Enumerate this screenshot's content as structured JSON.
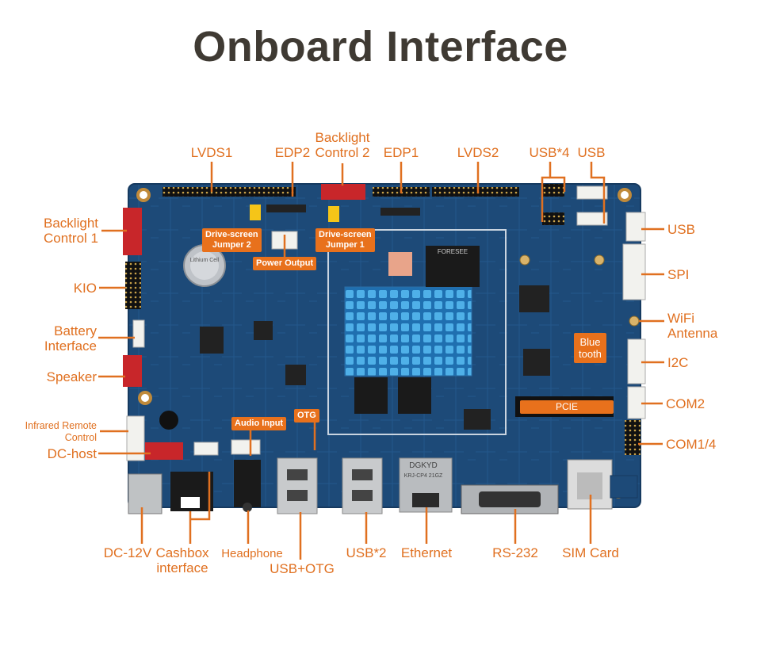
{
  "title": "Onboard Interface",
  "accent_color": "#e07020",
  "board_color": "#1d4a78",
  "labels": {
    "lvds1": "LVDS1",
    "edp2": "EDP2",
    "backlight2": "Backlight\nControl 2",
    "edp1": "EDP1",
    "lvds2": "LVDS2",
    "usb4": "USB*4",
    "usb_top": "USB",
    "backlight1": "Backlight\nControl 1",
    "kio": "KIO",
    "battery": "Battery\nInterface",
    "speaker": "Speaker",
    "infrared": "Infrared Remote\nControl",
    "dchost": "DC-host",
    "usb_right": "USB",
    "spi": "SPI",
    "wifi": "WiFi\nAntenna",
    "i2c": "I2C",
    "com2": "COM2",
    "com14": "COM1/4",
    "dc12v": "DC-12V",
    "cashbox": "Cashbox\ninterface",
    "headphone": "Headphone",
    "usbotg": "USB+OTG",
    "usb2": "USB*2",
    "ethernet": "Ethernet",
    "rs232": "RS-232",
    "simcard": "SIM Card"
  },
  "tags": {
    "jumper2": "Drive-screen\nJumper 2",
    "jumper1": "Drive-screen\nJumper 1",
    "power": "Power Output",
    "audio": "Audio Input",
    "otg": "OTG",
    "bluetooth": "Blue\ntooth",
    "pcie": "PCIE"
  },
  "board_text": {
    "eth_brand": "DGKYD",
    "eth_model": "KRJ-CP4 21GZ",
    "chip_brand": "FORESEE",
    "battery_text": "Lithium Cell"
  }
}
